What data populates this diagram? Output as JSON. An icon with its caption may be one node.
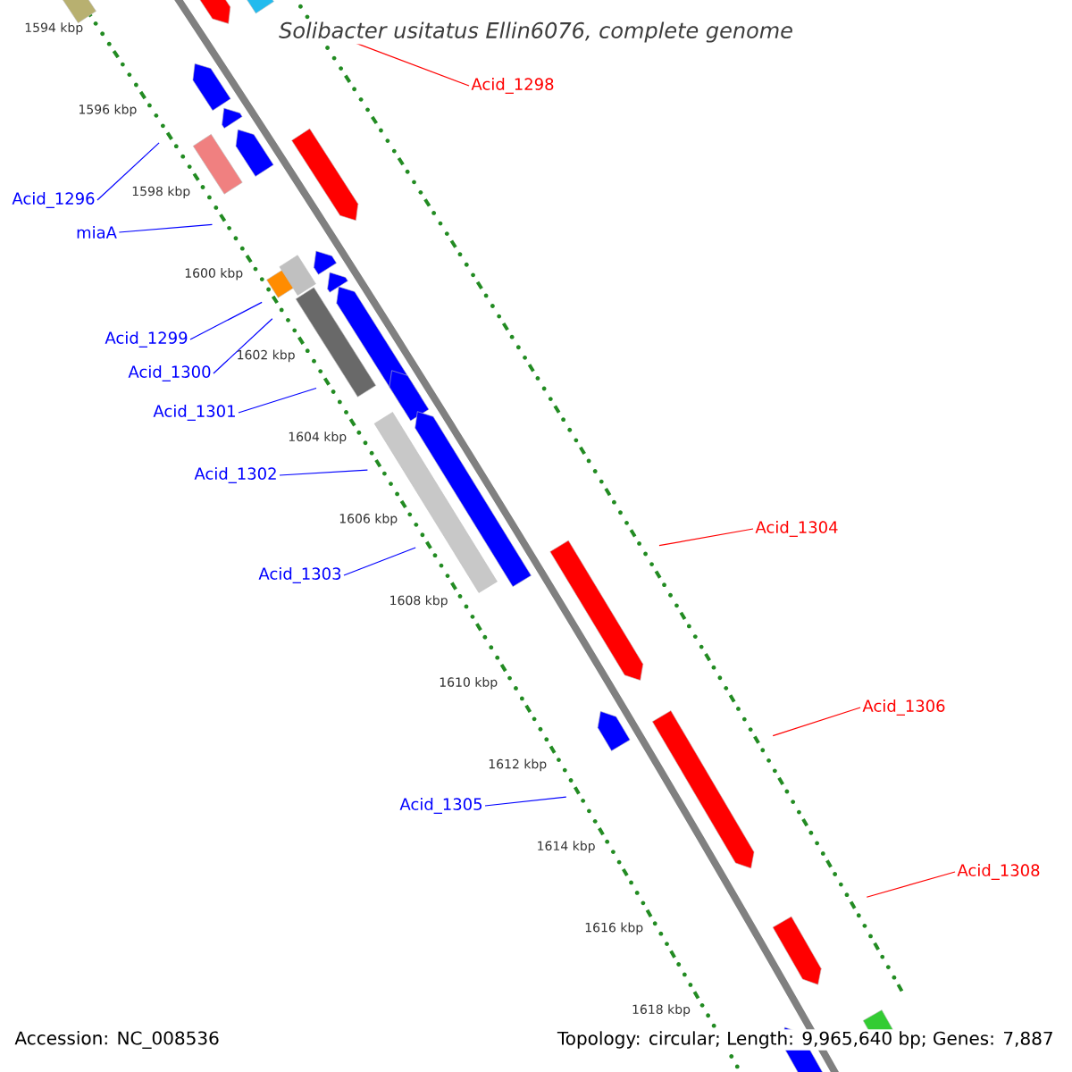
{
  "diagram": {
    "title": "Solibacter usitatus Ellin6076, complete genome",
    "nodes": [
      {
        "text": [
          "Acid_1298"
        ]
      },
      {
        "text": [
          "Acid_1296"
        ]
      },
      {
        "text": [
          "miaA"
        ]
      },
      {
        "text": [
          "Acid_1299"
        ]
      },
      {
        "text": [
          "Acid_1300"
        ]
      },
      {
        "text": [
          "Acid_1301"
        ]
      },
      {
        "text": [
          "Acid_1302"
        ]
      },
      {
        "text": [
          "Acid_1304"
        ]
      },
      {
        "text": [
          "Acid_1303"
        ]
      },
      {
        "text": [
          "Acid_1306"
        ]
      },
      {
        "text": [
          "Acid_1305"
        ]
      },
      {
        "text": [
          "Acid_1308"
        ]
      }
    ],
    "edges": [
      {
        "from": 0,
        "to": null,
        "arrow": "none",
        "color": "#ff0000"
      },
      {
        "from": 1,
        "to": null,
        "arrow": "none"
      },
      {
        "from": 2,
        "to": null,
        "arrow": "none"
      },
      {
        "from": 3,
        "to": null,
        "arrow": "none"
      },
      {
        "from": 4,
        "to": null,
        "arrow": "none"
      },
      {
        "from": 5,
        "to": null,
        "arrow": "none"
      },
      {
        "from": 6,
        "to": null,
        "arrow": "none"
      },
      {
        "from": 7,
        "to": null,
        "arrow": "none",
        "color": "#ff0000"
      },
      {
        "from": 8,
        "to": null,
        "arrow": "none"
      },
      {
        "from": 9,
        "to": null,
        "arrow": "none",
        "color": "#ff0000"
      },
      {
        "from": 10,
        "to": null,
        "arrow": "none"
      },
      {
        "from": 11,
        "to": null,
        "arrow": "none",
        "color": "#ff0000"
      }
    ],
    "labels": [
      "1594 kbp",
      "1596 kbp",
      "1598 kbp",
      "1600 kbp",
      "1602 kbp",
      "1604 kbp",
      "1606 kbp",
      "1608 kbp",
      "1610 kbp",
      "1612 kbp",
      "1614 kbp",
      "1616 kbp",
      "1618 kbp",
      "Accession: NC_008536",
      "Topology: circular; Length: 9,965,640 bp; Genes: 7,887"
    ]
  }
}
